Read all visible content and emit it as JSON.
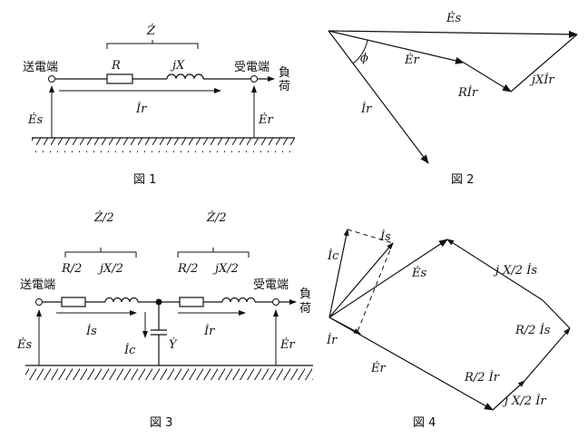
{
  "fig1": {
    "caption": "図 1",
    "send": "送電端",
    "recv": "受電端",
    "load": [
      "負",
      "荷"
    ],
    "Z": "Ż",
    "R": "R",
    "jX": "jX",
    "Ir": "İr",
    "Es": "Ės",
    "Er": "Ėr"
  },
  "fig2": {
    "caption": "図 2",
    "Es": "Ės",
    "Er": "Ėr",
    "phi": "ϕ",
    "RIr": "Rİr",
    "jXIr": "jXİr",
    "Ir": "İr"
  },
  "fig3": {
    "caption": "図 3",
    "send": "送電端",
    "recv": "受電端",
    "load": [
      "負",
      "荷"
    ],
    "Zhalf": "Ż/2",
    "Rhalf": "R/2",
    "jXhalf": "jX/2",
    "Is": "İs",
    "Ic": "İc",
    "Y": "Ẏ",
    "Ir": "İr",
    "Es": "Ės",
    "Er": "Ėr"
  },
  "fig4": {
    "caption": "図 4",
    "Ic": "İc",
    "Is": "İs",
    "Es": "Ės",
    "Ir": "İr",
    "Er": "Ėr",
    "jXIs": "j X/2 İs",
    "RIs": "R/2 İs",
    "RIr": "R/2 İr",
    "jXIr": "j X/2 İr"
  }
}
